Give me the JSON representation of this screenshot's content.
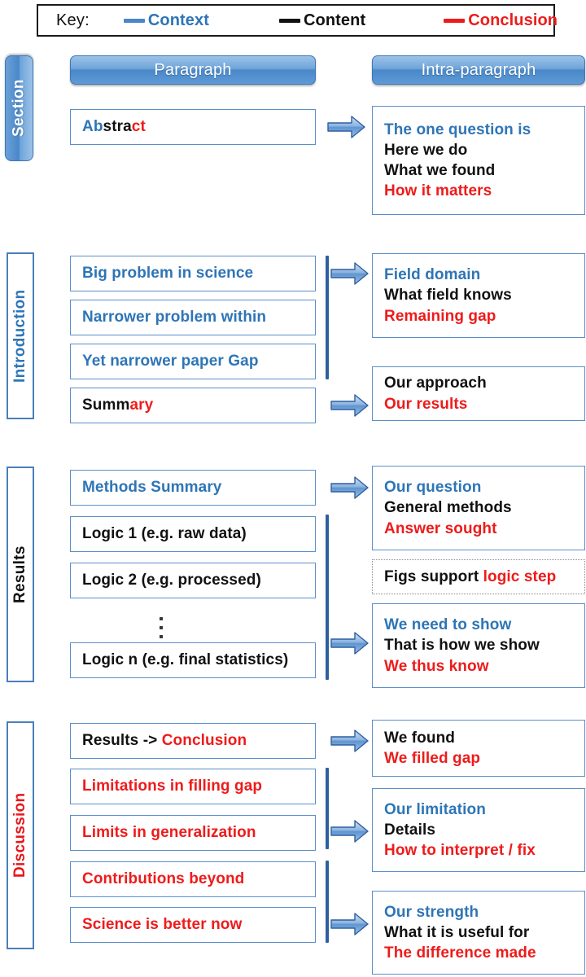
{
  "key": {
    "label": "Key:",
    "items": [
      {
        "name": "Context",
        "color": "#2e75b6"
      },
      {
        "name": "Content",
        "color": "#111111"
      },
      {
        "name": "Conclusion",
        "color": "#ee1b1b"
      }
    ]
  },
  "columns": {
    "left": "Paragraph",
    "right": "Intra-paragraph"
  },
  "sections": [
    {
      "id": "section",
      "tab": "Section"
    },
    {
      "id": "introduction",
      "tab": "Introduction"
    },
    {
      "id": "results",
      "tab": "Results"
    },
    {
      "id": "discussion",
      "tab": "Discussion"
    }
  ],
  "paragraph_boxes": {
    "abstract": {
      "a": "Ab",
      "b": "stra",
      "c": "ct"
    },
    "big_problem": "Big problem in science",
    "narrower_problem": "Narrower problem within",
    "yet_narrower": "Yet narrower paper Gap",
    "summary": {
      "a": "Summ",
      "b": "ary"
    },
    "methods_summary": "Methods Summary",
    "logic_1": "Logic 1 (e.g. raw data)",
    "logic_2": "Logic 2 (e.g. processed)",
    "logic_n": "Logic n (e.g. final statistics)",
    "results_conclusion": {
      "a": "Results -> ",
      "b": "Conclusion"
    },
    "limitations": "Limitations in filling gap",
    "limits_general": "Limits in generalization",
    "contributions": "Contributions beyond",
    "science_better": "Science is better now"
  },
  "intra_boxes": {
    "abstract": {
      "l1": "The one question is",
      "l2": "Here we do",
      "l3": "What we found",
      "l4": "How it matters"
    },
    "intro_first": {
      "l1": "Field domain",
      "l2": "What field knows",
      "l3": "Remaining gap"
    },
    "intro_second": {
      "l1": "Our approach",
      "l2": "Our results"
    },
    "results_first": {
      "l1": "Our question",
      "l2": "General methods",
      "l3": "Answer sought"
    },
    "results_figs": {
      "a": "Figs support ",
      "b": "logic step"
    },
    "results_last": {
      "l1": "We need to show",
      "l2": "That is how we show",
      "l3": "We thus know"
    },
    "disc_first": {
      "l1": "We found",
      "l2": "We filled gap"
    },
    "disc_second": {
      "l1": "Our limitation",
      "l2": "Details",
      "l3": "How to interpret / fix"
    },
    "disc_third": {
      "l1": "Our strength",
      "l2": "What it is useful for",
      "l3": "The difference made"
    }
  }
}
